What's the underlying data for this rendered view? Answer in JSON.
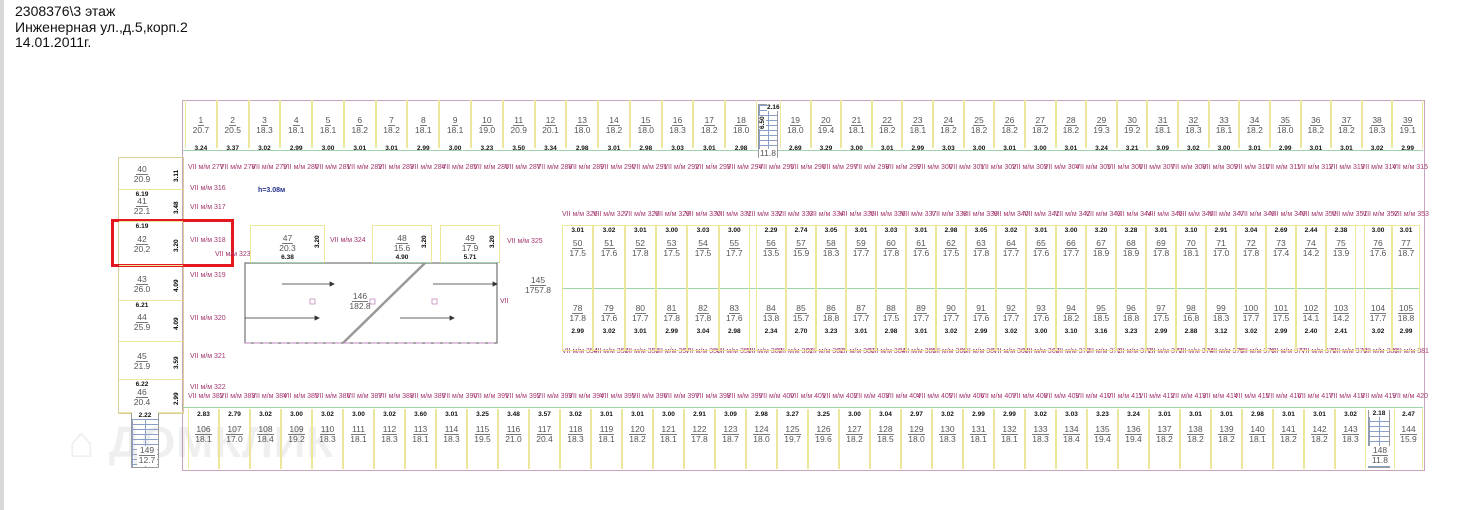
{
  "header": {
    "line1": "2308376\\3 этаж",
    "line2": "Инженерная ул.,д.5,корп.2",
    "line3": "14.01.2011г."
  },
  "watermark": "ДомКлик",
  "colors": {
    "highlight": "#e3181f",
    "parking_label": "#a3376f",
    "partition": "#ece79a",
    "outer_wall": "#c9a3bd"
  },
  "ceiling_height": "h=3.08м",
  "top_row_a": [
    {
      "n": "1",
      "a": "20.7",
      "d": "3.24"
    },
    {
      "n": "2",
      "a": "20.5",
      "d": "3.37"
    },
    {
      "n": "3",
      "a": "18.3",
      "d": "3.02"
    },
    {
      "n": "4",
      "a": "18.1",
      "d": "2.99"
    },
    {
      "n": "5",
      "a": "18.1",
      "d": "3.00"
    },
    {
      "n": "6",
      "a": "18.2",
      "d": "3.01"
    },
    {
      "n": "7",
      "a": "18.2",
      "d": "3.01"
    },
    {
      "n": "8",
      "a": "18.1",
      "d": "2.99"
    },
    {
      "n": "9",
      "a": "18.1",
      "d": "3.00"
    },
    {
      "n": "10",
      "a": "19.0",
      "d": "3.23"
    },
    {
      "n": "11",
      "a": "20.9",
      "d": "3.50"
    },
    {
      "n": "12",
      "a": "20.1",
      "d": "3.34"
    },
    {
      "n": "13",
      "a": "18.0",
      "d": "2.98"
    },
    {
      "n": "14",
      "a": "18.2",
      "d": "3.01"
    },
    {
      "n": "15",
      "a": "18.0",
      "d": "2.98"
    },
    {
      "n": "16",
      "a": "18.3",
      "d": "3.03"
    },
    {
      "n": "17",
      "a": "18.2",
      "d": "3.01"
    },
    {
      "n": "18",
      "a": "18.0",
      "d": "2.98"
    }
  ],
  "top_stair": {
    "d": "2.16",
    "a": "11.8",
    "v": "6.50"
  },
  "top_row_b": [
    {
      "n": "19",
      "a": "18.0",
      "d": "2.69"
    },
    {
      "n": "20",
      "a": "19.4",
      "d": "3.29"
    },
    {
      "n": "21",
      "a": "18.1",
      "d": "3.00"
    },
    {
      "n": "22",
      "a": "18.2",
      "d": "3.01"
    },
    {
      "n": "23",
      "a": "18.1",
      "d": "2.99"
    },
    {
      "n": "24",
      "a": "18.2",
      "d": "3.03"
    },
    {
      "n": "25",
      "a": "18.2",
      "d": "3.00"
    },
    {
      "n": "26",
      "a": "18.2",
      "d": "3.01"
    },
    {
      "n": "27",
      "a": "18.2",
      "d": "3.00"
    },
    {
      "n": "28",
      "a": "18.2",
      "d": "3.01"
    },
    {
      "n": "29",
      "a": "19.3",
      "d": "3.24"
    },
    {
      "n": "30",
      "a": "19.2",
      "d": "3.21"
    },
    {
      "n": "31",
      "a": "18.1",
      "d": "3.09"
    },
    {
      "n": "32",
      "a": "18.3",
      "d": "3.02"
    },
    {
      "n": "33",
      "a": "18.1",
      "d": "3.00"
    },
    {
      "n": "34",
      "a": "18.2",
      "d": "3.01"
    },
    {
      "n": "35",
      "a": "18.0",
      "d": "2.99"
    },
    {
      "n": "36",
      "a": "18.2",
      "d": "3.01"
    },
    {
      "n": "37",
      "a": "18.2",
      "d": "3.01"
    },
    {
      "n": "38",
      "a": "18.3",
      "d": "3.02"
    },
    {
      "n": "39",
      "a": "19.1",
      "d": "2.99"
    }
  ],
  "left_wing": [
    {
      "n": "40",
      "a": "20.9",
      "v": "3.11",
      "d": ""
    },
    {
      "n": "41",
      "a": "22.1",
      "v": "3.48",
      "d": "6.19"
    },
    {
      "n": "42",
      "a": "20.2",
      "v": "3.20",
      "d": "6.19"
    },
    {
      "n": "43",
      "a": "26.0",
      "v": "4.09",
      "d": ""
    },
    {
      "n": "44",
      "a": "25.9",
      "v": "4.09",
      "d": "6.21"
    },
    {
      "n": "45",
      "a": "21.9",
      "v": "3.59",
      "d": ""
    },
    {
      "n": "46",
      "a": "20.4",
      "v": "2.99",
      "d": "6.22"
    }
  ],
  "left_wing_dims_top": [
    "6.19",
    "6.19",
    "6.22"
  ],
  "inner_rooms": [
    {
      "n": "47",
      "a": "20.3",
      "d": "6.38",
      "v": "3.20"
    },
    {
      "n": "48",
      "a": "15.6",
      "d": "4.90",
      "v": "3.20"
    },
    {
      "n": "49",
      "a": "17.9",
      "d": "5.71",
      "v": "3.20"
    }
  ],
  "ramp": {
    "n": "146",
    "a": "182.8"
  },
  "corridor": {
    "n": "145",
    "a": "1757.8",
    "mark": "VII"
  },
  "mid_upper": [
    {
      "n": "50",
      "a": "17.5",
      "d": "3.01"
    },
    {
      "n": "51",
      "a": "17.6",
      "d": "3.02"
    },
    {
      "n": "52",
      "a": "17.8",
      "d": "3.01"
    },
    {
      "n": "53",
      "a": "17.5",
      "d": "3.00"
    },
    {
      "n": "54",
      "a": "17.5",
      "d": "3.03"
    },
    {
      "n": "55",
      "a": "17.7",
      "d": "3.00"
    },
    {
      "n": "56",
      "a": "13.5",
      "d": "2.29"
    },
    {
      "n": "57",
      "a": "15.9",
      "d": "2.74"
    },
    {
      "n": "58",
      "a": "18.3",
      "d": "3.05"
    },
    {
      "n": "59",
      "a": "17.7",
      "d": "3.01"
    },
    {
      "n": "60",
      "a": "17.8",
      "d": "3.03"
    },
    {
      "n": "61",
      "a": "17.6",
      "d": "3.01"
    },
    {
      "n": "62",
      "a": "17.5",
      "d": "2.98"
    },
    {
      "n": "63",
      "a": "17.8",
      "d": "3.05"
    },
    {
      "n": "64",
      "a": "17.7",
      "d": "3.02"
    },
    {
      "n": "65",
      "a": "17.6",
      "d": "3.01"
    },
    {
      "n": "66",
      "a": "17.7",
      "d": "3.00"
    },
    {
      "n": "67",
      "a": "18.9",
      "d": "3.20"
    },
    {
      "n": "68",
      "a": "18.9",
      "d": "3.28"
    },
    {
      "n": "69",
      "a": "17.8",
      "d": "3.01"
    },
    {
      "n": "70",
      "a": "18.1",
      "d": "3.10"
    },
    {
      "n": "71",
      "a": "17.0",
      "d": "2.91"
    },
    {
      "n": "72",
      "a": "17.8",
      "d": "3.04"
    },
    {
      "n": "73",
      "a": "17.4",
      "d": "2.69"
    },
    {
      "n": "74",
      "a": "14.2",
      "d": "2.44"
    },
    {
      "n": "75",
      "a": "13.9",
      "d": "2.38"
    },
    {
      "n": "76",
      "a": "17.6",
      "d": "3.00"
    },
    {
      "n": "77",
      "a": "18.7",
      "d": "3.01"
    }
  ],
  "mid_lower": [
    {
      "n": "78",
      "a": "17.8",
      "d": "2.99"
    },
    {
      "n": "79",
      "a": "17.6",
      "d": "3.02"
    },
    {
      "n": "80",
      "a": "17.7",
      "d": "3.01"
    },
    {
      "n": "81",
      "a": "17.8",
      "d": "2.99"
    },
    {
      "n": "82",
      "a": "17.8",
      "d": "3.04"
    },
    {
      "n": "83",
      "a": "17.6",
      "d": "2.98"
    },
    {
      "n": "84",
      "a": "13.8",
      "d": "2.34"
    },
    {
      "n": "85",
      "a": "15.7",
      "d": "2.70"
    },
    {
      "n": "86",
      "a": "18.8",
      "d": "3.23"
    },
    {
      "n": "87",
      "a": "17.7",
      "d": "3.01"
    },
    {
      "n": "88",
      "a": "17.5",
      "d": "2.98"
    },
    {
      "n": "89",
      "a": "17.7",
      "d": "3.01"
    },
    {
      "n": "90",
      "a": "17.7",
      "d": "3.02"
    },
    {
      "n": "91",
      "a": "17.6",
      "d": "2.99"
    },
    {
      "n": "92",
      "a": "17.7",
      "d": "3.02"
    },
    {
      "n": "93",
      "a": "17.6",
      "d": "3.00"
    },
    {
      "n": "94",
      "a": "18.2",
      "d": "3.10"
    },
    {
      "n": "95",
      "a": "18.5",
      "d": "3.16"
    },
    {
      "n": "96",
      "a": "18.8",
      "d": "3.23"
    },
    {
      "n": "97",
      "a": "17.5",
      "d": "2.99"
    },
    {
      "n": "98",
      "a": "16.8",
      "d": "2.88"
    },
    {
      "n": "99",
      "a": "18.3",
      "d": "3.12"
    },
    {
      "n": "100",
      "a": "17.7",
      "d": "3.02"
    },
    {
      "n": "101",
      "a": "17.5",
      "d": "2.99"
    },
    {
      "n": "102",
      "a": "14.1",
      "d": "2.40"
    },
    {
      "n": "103",
      "a": "14.2",
      "d": "2.41"
    },
    {
      "n": "104",
      "a": "17.7",
      "d": "3.02"
    },
    {
      "n": "105",
      "a": "18.8",
      "d": "2.99"
    }
  ],
  "bottom_row": [
    {
      "n": "106",
      "a": "18.1",
      "d": "2.83"
    },
    {
      "n": "107",
      "a": "17.0",
      "d": "2.79"
    },
    {
      "n": "108",
      "a": "18.4",
      "d": "3.02"
    },
    {
      "n": "109",
      "a": "19.2",
      "d": "3.00"
    },
    {
      "n": "110",
      "a": "18.3",
      "d": "3.02"
    },
    {
      "n": "111",
      "a": "18.1",
      "d": "3.00"
    },
    {
      "n": "112",
      "a": "18.3",
      "d": "3.02"
    },
    {
      "n": "113",
      "a": "18.1",
      "d": "3.60"
    },
    {
      "n": "114",
      "a": "18.3",
      "d": "3.01"
    },
    {
      "n": "115",
      "a": "19.5",
      "d": "3.25"
    },
    {
      "n": "116",
      "a": "21.0",
      "d": "3.48"
    },
    {
      "n": "117",
      "a": "20.4",
      "d": "3.57"
    },
    {
      "n": "118",
      "a": "18.3",
      "d": "3.02"
    },
    {
      "n": "119",
      "a": "18.1",
      "d": "3.01"
    },
    {
      "n": "120",
      "a": "18.2",
      "d": "3.01"
    },
    {
      "n": "121",
      "a": "18.1",
      "d": "3.00"
    },
    {
      "n": "122",
      "a": "17.8",
      "d": "2.91"
    },
    {
      "n": "123",
      "a": "18.7",
      "d": "3.09"
    },
    {
      "n": "124",
      "a": "18.0",
      "d": "2.98"
    },
    {
      "n": "125",
      "a": "19.7",
      "d": "3.27"
    },
    {
      "n": "126",
      "a": "19.6",
      "d": "3.25"
    },
    {
      "n": "127",
      "a": "18.2",
      "d": "3.00"
    },
    {
      "n": "128",
      "a": "18.5",
      "d": "3.04"
    },
    {
      "n": "129",
      "a": "18.0",
      "d": "2.97"
    },
    {
      "n": "130",
      "a": "18.3",
      "d": "3.02"
    },
    {
      "n": "131",
      "a": "18.1",
      "d": "2.99"
    },
    {
      "n": "132",
      "a": "18.1",
      "d": "2.99"
    },
    {
      "n": "133",
      "a": "18.3",
      "d": "3.02"
    },
    {
      "n": "134",
      "a": "18.4",
      "d": "3.03"
    },
    {
      "n": "135",
      "a": "19.4",
      "d": "3.23"
    },
    {
      "n": "136",
      "a": "19.4",
      "d": "3.24"
    },
    {
      "n": "137",
      "a": "18.2",
      "d": "3.01"
    },
    {
      "n": "138",
      "a": "18.2",
      "d": "3.01"
    },
    {
      "n": "139",
      "a": "18.2",
      "d": "3.01"
    },
    {
      "n": "140",
      "a": "18.1",
      "d": "2.98"
    },
    {
      "n": "141",
      "a": "18.2",
      "d": "3.01"
    },
    {
      "n": "142",
      "a": "18.2",
      "d": "3.01"
    },
    {
      "n": "143",
      "a": "18.3",
      "d": "3.02"
    }
  ],
  "stair_148": {
    "n": "148",
    "a": "11.8",
    "d": "2.18"
  },
  "room_144": {
    "n": "144",
    "a": "15.9",
    "d": "2.47"
  },
  "stair_149": {
    "n": "149",
    "a": "12.7",
    "d": "2.22"
  },
  "parking_prefix": "VII м/м",
  "parking": {
    "top_corridor": {
      "from": 277,
      "to": 315
    },
    "left": [
      "316",
      "317",
      "318",
      "319",
      "320",
      "321",
      "322"
    ],
    "inner": [
      "323",
      "324",
      "325"
    ],
    "mid_top": {
      "from": 326,
      "to": 353
    },
    "mid_bottom": {
      "from": 354,
      "to": 381
    },
    "bottom_corridor": {
      "from": 382,
      "to": 420
    }
  }
}
